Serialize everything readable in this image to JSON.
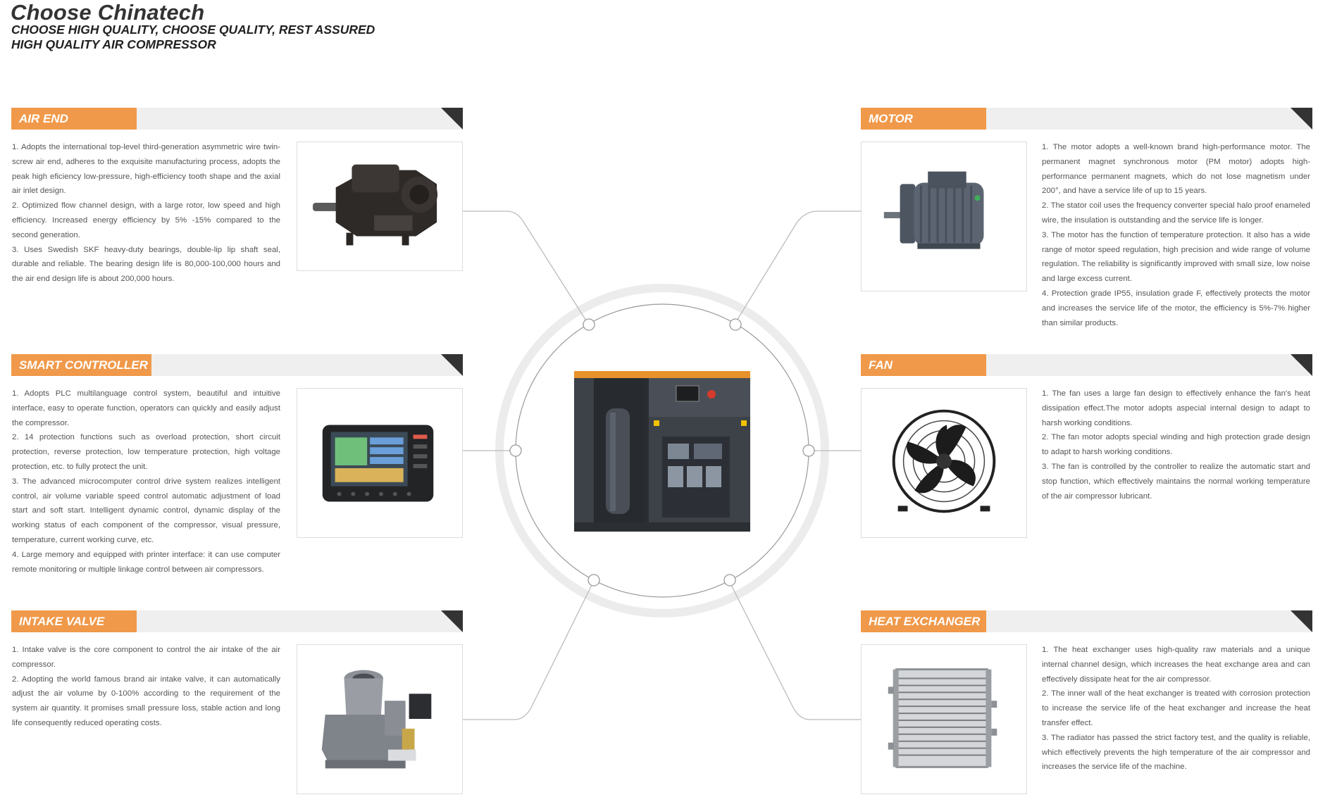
{
  "header": {
    "title": "Choose Chinatech",
    "subtitle_line1": "CHOOSE HIGH QUALITY, CHOOSE QUALITY, REST ASSURED",
    "subtitle_line2": "HIGH QUALITY AIR COMPRESSOR"
  },
  "colors": {
    "accent": "#f0994a",
    "header_bar": "#efefef",
    "corner": "#333333",
    "ring": "#ececec",
    "connector": "#bbbbbb"
  },
  "sections": {
    "air_end": {
      "label": "AIR END",
      "image_icon": "air-end-icon",
      "points": [
        "1. Adopts the international top-level third-generation asymmetric wire twin-screw air end, adheres to the exquisite manufacturing process, adopts the peak high eficiency low-pressure, high-efficiency tooth shape and the axial air inlet design.",
        "2. Optimized flow channel design, with a large rotor, low speed and high efficiency. Increased energy efficiency by 5% -15% compared to the second generation.",
        "3. Uses Swedish SKF heavy-duty bearings, double-lip lip shaft seal, durable and reliable. The bearing design life is 80,000-100,000 hours and the air end design life is about 200,000 hours."
      ]
    },
    "smart_controller": {
      "label": "SMART CONTROLLER",
      "image_icon": "controller-icon",
      "points": [
        "1. Adopts PLC multilanguage control system, beautiful and intuitive interface, easy to operate function, operators can quickly and easily adjust the compressor.",
        "2. 14 protection functions such as overload protection, short circuit protection, reverse protection, low temperature protection, high voltage protection, etc. to fully protect the unit.",
        "3. The advanced microcomputer control drive system realizes intelligent control, air volume variable speed control automatic adjustment of load start and soft start. Intelligent dynamic control, dynamic display of the working status of each component of the compressor, visual pressure, temperature, current working curve, etc.",
        "4. Large memory and equipped with printer interface: it can use computer remote monitoring or multiple linkage control between air compressors."
      ]
    },
    "intake_valve": {
      "label": "INTAKE VALVE",
      "image_icon": "intake-valve-icon",
      "points": [
        "1. Intake valve is the core component to control the air intake of the air compressor.",
        "2. Adopting the world famous brand air intake valve, it can automatically adjust the air volume by 0-100% according to the requirement of the system air quantity. It promises small pressure loss, stable action and long life consequently reduced operating costs."
      ]
    },
    "motor": {
      "label": "MOTOR",
      "image_icon": "motor-icon",
      "points": [
        "1. The motor adopts a well-known brand high-performance motor. The permanent magnet synchronous motor (PM motor) adopts high-performance permanent magnets, which do not lose magnetism under 200°, and have a service life of up to 15 years.",
        "2. The stator coil uses the frequency converter special halo proof enameled wire, the insulation is outstanding and the service life is longer.",
        "3. The motor has the function of temperature protection. It also has a wide range of motor speed regulation, high precision and wide range of volume regulation. The reliability is significantly improved with small size, low noise and large excess current.",
        "4. Protection grade IP55, insulation grade F, effectively protects the motor and increases the service life of the motor, the efficiency is 5%-7% higher than similar products."
      ]
    },
    "fan": {
      "label": "FAN",
      "image_icon": "fan-icon",
      "points": [
        "1. The fan uses a large fan design to effectively enhance the fan's heat dissipation effect.The motor adopts aspecial internal design to adapt to harsh working conditions.",
        "2. The fan motor adopts special winding and high protection grade design to adapt to harsh working conditions.",
        "3. The fan is controlled by the controller to realize the automatic start and stop function, which effectively maintains the normal working temperature of the air compressor lubricant."
      ]
    },
    "heat_exchanger": {
      "label": "HEAT EXCHANGER",
      "image_icon": "heat-exchanger-icon",
      "points": [
        "1. The heat exchanger uses high-quality raw materials and a unique internal channel design, which increases the heat exchange area and can effectively dissipate heat for the air compressor.",
        "2. The inner wall of the heat exchanger is treated with corrosion protection to increase the service life of the heat exchanger and increase the heat transfer effect.",
        "3. The radiator has passed the strict factory test, and the quality is reliable, which effectively prevents the high temperature of the air compressor and increases the service life of the machine."
      ]
    }
  },
  "center": {
    "image_icon": "air-compressor-icon"
  }
}
